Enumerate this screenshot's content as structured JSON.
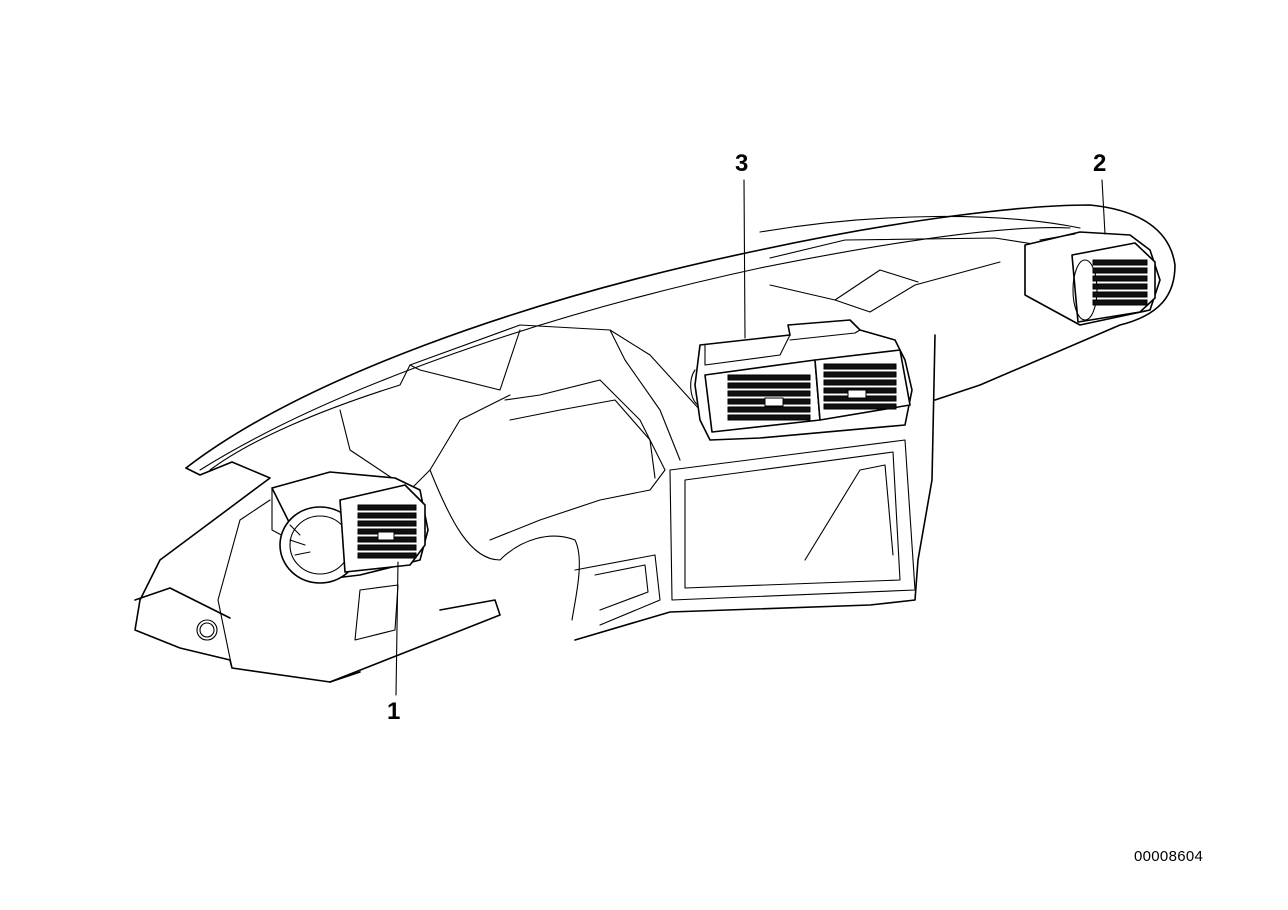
{
  "callouts": {
    "vent_left": "1",
    "vent_right": "2",
    "vent_center": "3"
  },
  "drawing_id": "00008604"
}
